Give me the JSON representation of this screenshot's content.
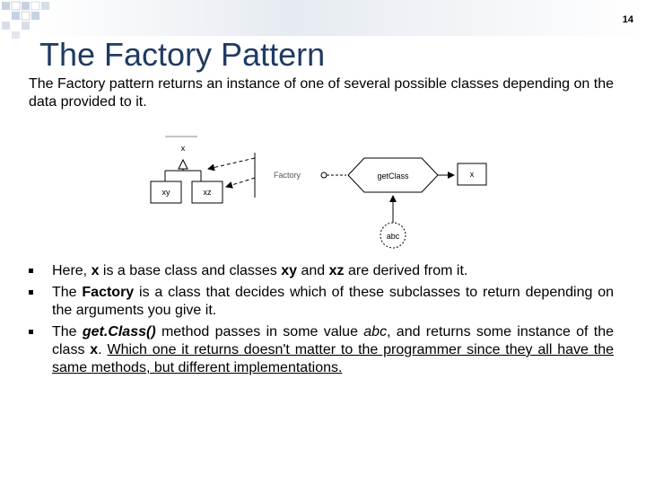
{
  "slide": {
    "page_number": "14",
    "title": "The Factory Pattern",
    "intro": "The Factory pattern returns an instance of one of several possible classes depending on the data provided to it."
  },
  "diagram": {
    "base_class": "x",
    "subclass_xy": "xy",
    "subclass_xz": "xz",
    "factory": "Factory",
    "method": "getClass",
    "result": "x",
    "input": "abc"
  },
  "bullets": [
    {
      "t1": "Here, ",
      "b1": "x",
      "t2": " is a base class and classes ",
      "b2": "xy",
      "t3": " and ",
      "b3": "xz",
      "t4": " are derived from it."
    },
    {
      "t1": "The ",
      "b1": "Factory",
      "t2": " is a class that decides which of these subclasses to return depending on the arguments you give it."
    },
    {
      "t1": "The ",
      "bi1": "get.Class()",
      "t2": " method passes in some value ",
      "i1": "abc",
      "t3": ", and returns some instance of the class ",
      "b1": "x",
      "t4": ". ",
      "u1": "Which one it returns doesn't matter to the programmer since they all have the same methods, but different implementations."
    }
  ]
}
